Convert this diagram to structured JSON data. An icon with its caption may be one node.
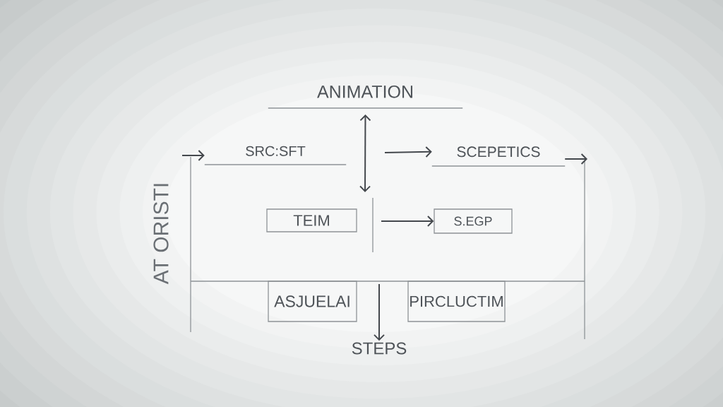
{
  "diagram": {
    "nodes": [
      {
        "text": [
          "ANIMATION"
        ]
      },
      {
        "text": [
          "SRC:SFT"
        ]
      },
      {
        "text": [
          "SCEPETICS"
        ]
      },
      {
        "text": [
          "TEIM"
        ]
      },
      {
        "text": [
          "S.EGP"
        ]
      },
      {
        "text": [
          "ASJUELAI"
        ]
      },
      {
        "text": [
          "PIRCLUCTIM"
        ]
      },
      {
        "text": [
          "STEPS"
        ]
      }
    ],
    "edges": [
      {
        "from": 0,
        "to": null,
        "arrow": "both"
      },
      {
        "from": null,
        "to": 1,
        "arrow": "to"
      },
      {
        "from": null,
        "to": 2,
        "arrow": "to"
      },
      {
        "from": 2,
        "to": null,
        "arrow": "to"
      },
      {
        "from": null,
        "to": 4,
        "arrow": "to"
      },
      {
        "from": null,
        "to": 7,
        "arrow": "to"
      }
    ],
    "labels": [
      "AT ORISTI"
    ]
  }
}
